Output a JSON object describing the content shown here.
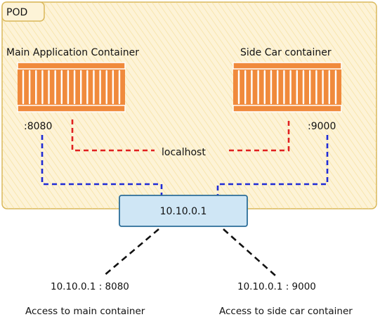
{
  "pod": {
    "label": "POD",
    "fill": "#fdf3d7",
    "hatch": "#f3d98a",
    "border": "#d9b75a"
  },
  "main_container": {
    "label": "Main Application Container",
    "port": ":8080",
    "color": "#f08a3c"
  },
  "sidecar_container": {
    "label": "Side Car container",
    "port": ":9000",
    "color": "#f08a3c"
  },
  "localhost_label": "localhost",
  "network": {
    "ip": "10.10.0.1",
    "fill": "#cfe6f5",
    "border": "#2c6e99"
  },
  "links": {
    "localhost_color": "#e02020",
    "network_color": "#1f2bd6",
    "external_color": "#111111"
  },
  "access": {
    "main": {
      "address": "10.10.0.1 : 8080",
      "caption": "Access to main container"
    },
    "sidecar": {
      "address": "10.10.0.1 : 9000",
      "caption": "Access to side car container"
    }
  }
}
